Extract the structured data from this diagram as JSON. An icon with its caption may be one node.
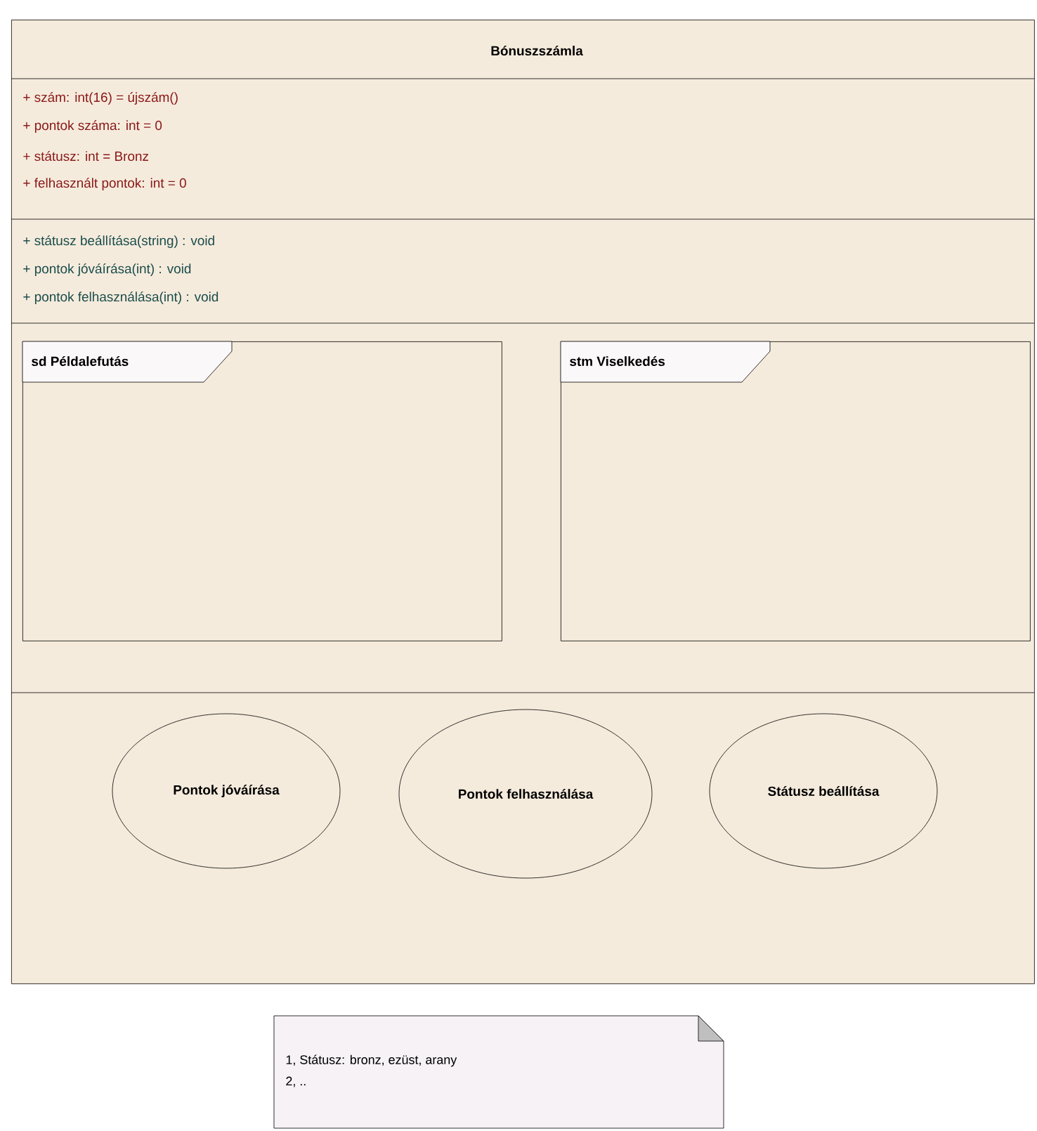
{
  "diagram": {
    "nodes": [
      {
        "text": [
          "Bónuszszámla",
          "+ szám: int(16) = újszám()",
          "+ pontok száma: int = 0",
          "+ státusz: int = Bronz",
          "+ felhasznált pontok: int = 0",
          "+ státusz beállítása(string) : void",
          "+ pontok jóváírása(int) : void",
          "+ pontok felhasználása(int) : void"
        ]
      },
      {
        "text": [
          "sd Példalefutás"
        ],
        "in": 0
      },
      {
        "text": [
          "stm Viselkedés"
        ],
        "in": 0
      },
      {
        "text": [
          "Pontok jóváírása"
        ],
        "in": 0
      },
      {
        "text": [
          "Pontok felhasználása"
        ],
        "in": 0
      },
      {
        "text": [
          "Státusz beállítása"
        ],
        "in": 0
      },
      {
        "text": [
          "1, Státusz: bronz, ezüst, arany",
          "2, .."
        ]
      }
    ]
  }
}
